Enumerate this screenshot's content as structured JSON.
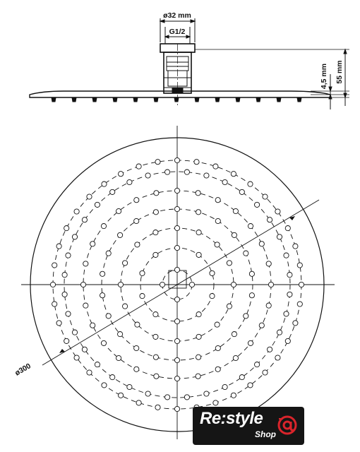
{
  "dimensions": {
    "top_diameter": "ø32 mm",
    "thread": "G1/2",
    "plate_thickness": "4,5 mm",
    "total_height": "55 mm",
    "plate_diameter": "ø300"
  },
  "logo": {
    "brand": "Re:style",
    "sub": "Shop",
    "accent_color": "#d9242b"
  },
  "colors": {
    "line": "#111111",
    "background": "#ffffff"
  }
}
